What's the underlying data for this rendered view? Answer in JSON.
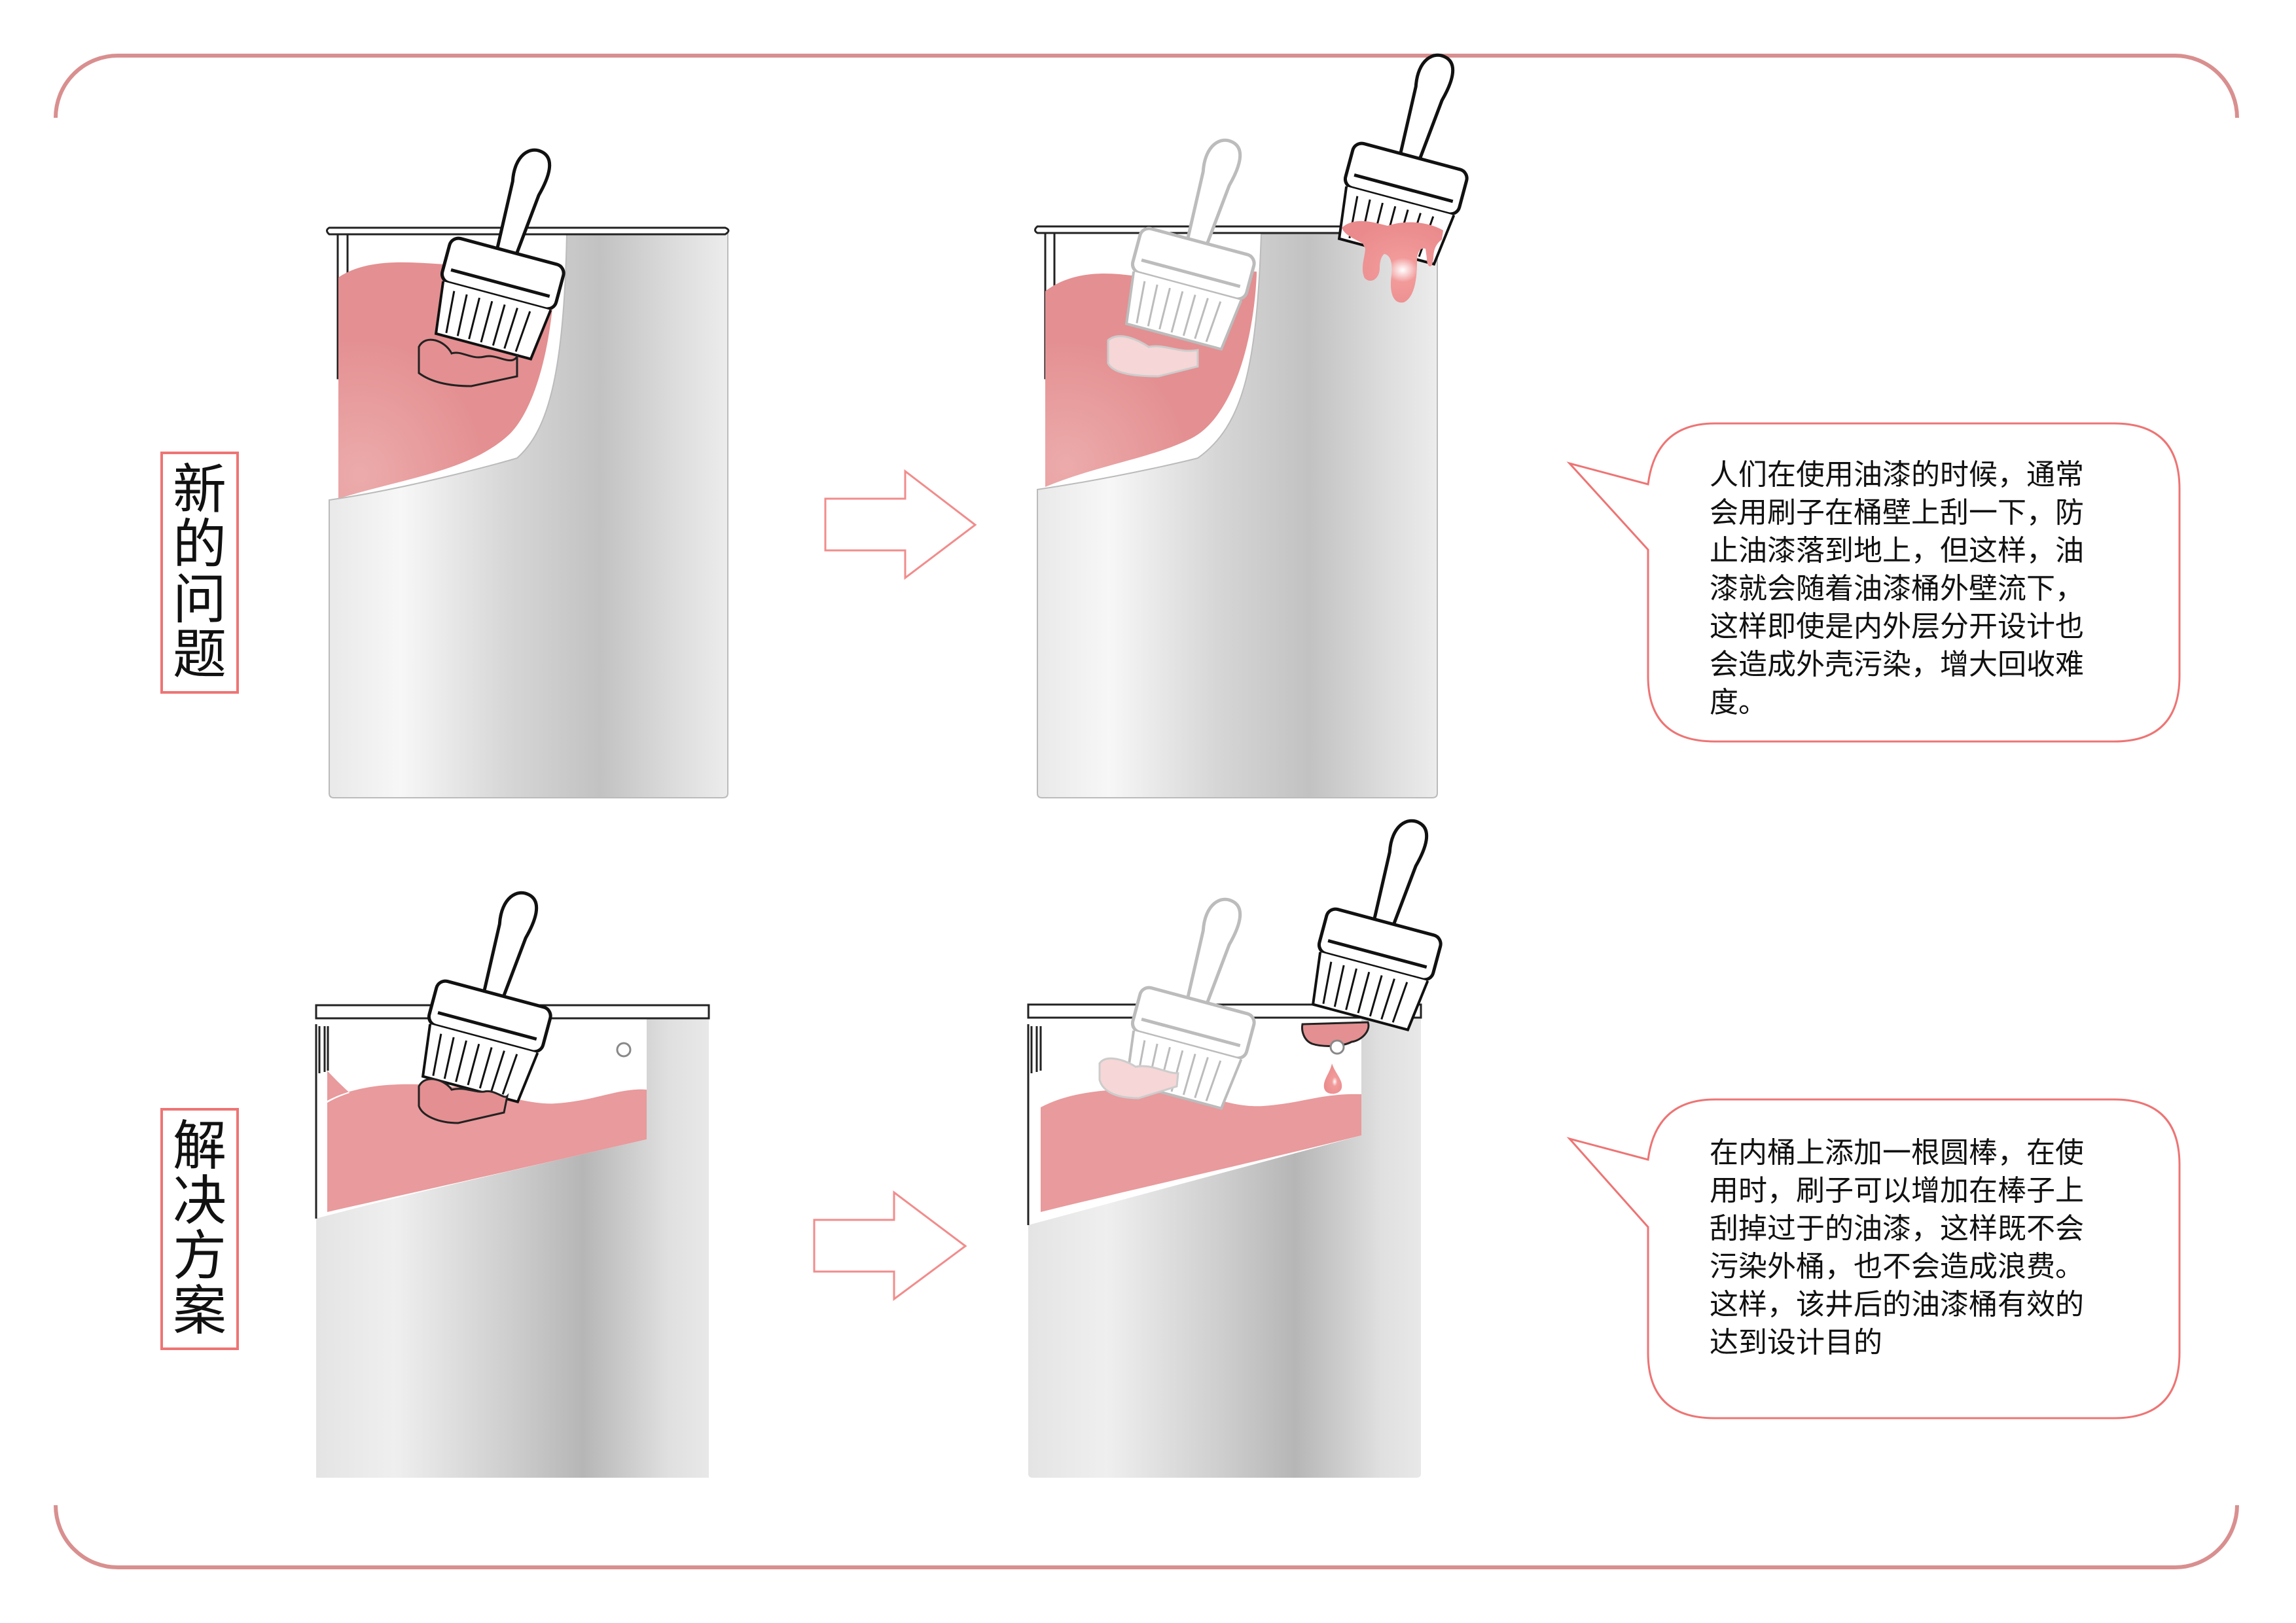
{
  "colors": {
    "frame": "#d98f8f",
    "accent": "#ee7474",
    "paint": "#e48f91",
    "paint_light": "#f6d6d6",
    "bucket_grey_light": "#f4f4f4",
    "bucket_grey_dark": "#c4c4c4"
  },
  "sections": [
    {
      "id": "problem",
      "label": "新的问题",
      "label_chars": [
        "新",
        "的",
        "问",
        "题"
      ],
      "before_scene": "brush dipped in paint inside a two-layer bucket",
      "after_scene": "brush scraped on the rim; paint drips down the outer wall",
      "arrow": "right-arrow",
      "bubble_text": "人们在使用油漆的时候，通常\n会用刷子在桶壁上刮一下，防\n止油漆落到地上，但这样，油\n漆就会随着油漆桶外壁流下，\n这样即使是内外层分开设计也\n会造成外壳污染，增大回收难\n度。"
    },
    {
      "id": "solution",
      "label": "解决方案",
      "label_chars": [
        "解",
        "决",
        "方",
        "案"
      ],
      "before_scene": "brush dipped in paint inside bucket with round rod on inner wall",
      "after_scene": "brush scraped on the rod; paint drips back into the inner bucket",
      "arrow": "right-arrow",
      "bubble_text": "在内桶上添加一根圆棒，在使\n用时，刷子可以增加在棒子上\n刮掉过于的油漆，这样既不会\n污染外桶，也不会造成浪费。\n这样，该井后的油漆桶有效的\n达到设计目的"
    }
  ]
}
